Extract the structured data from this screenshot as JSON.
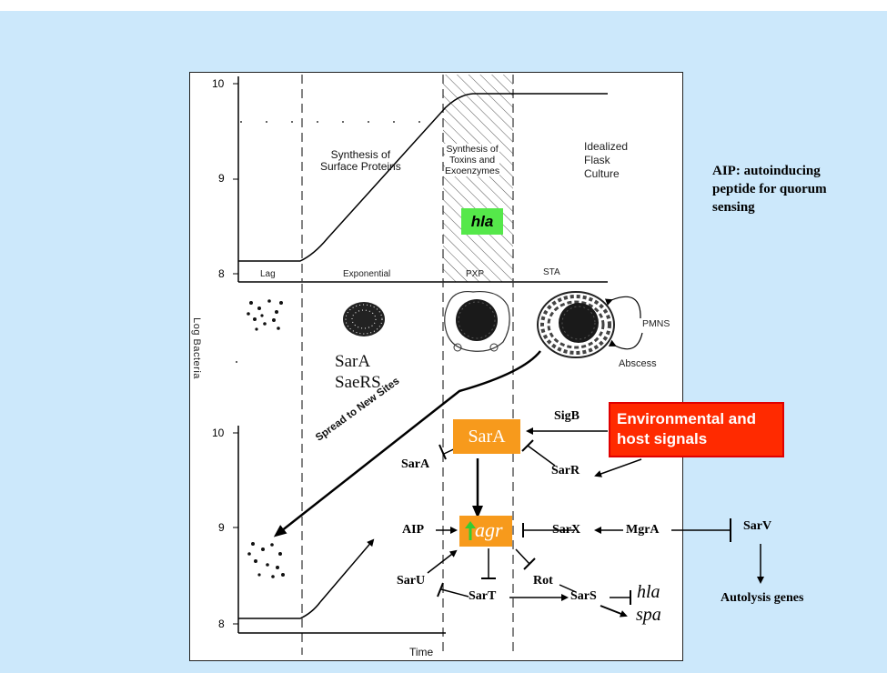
{
  "top_panel": {
    "y_ticks": [
      "10",
      "9",
      "8"
    ],
    "phases": [
      "Lag",
      "Exponential",
      "PXP",
      "STA"
    ],
    "annotation_surface": "Synthesis of\nSurface Proteins",
    "annotation_toxins": "Synthesis of\nToxins and\nExoenzymes",
    "annotation_flask": "Idealized\nFlask\nCulture",
    "hla_badge": "hla"
  },
  "middle": {
    "y_axis_label": "Log Bacteria",
    "regulators_text": [
      "SarA",
      "SaeRS"
    ],
    "pmns_label": "PMNS",
    "abscess_label": "Abscess",
    "spread_label": "Spread to New Sites"
  },
  "bottom_panel": {
    "y_ticks": [
      "10",
      "9",
      "8"
    ],
    "x_axis_label": "Time"
  },
  "note": {
    "aip_lines": [
      "AIP: autoinducing",
      "peptide for quorum",
      "sensing"
    ]
  },
  "network": {
    "env_signals": "Environmental and\nhost signals",
    "sarA_box": "SarA",
    "agr_box": "agr",
    "sigB": "SigB",
    "sarA_small": "SarA",
    "sarR": "SarR",
    "aip": "AIP",
    "sarX": "SarX",
    "mgrA": "MgrA",
    "sarV": "SarV",
    "sarU": "SarU",
    "sarT": "SarT",
    "rot": "Rot",
    "sarS": "SarS",
    "hla": "hla",
    "spa": "spa",
    "autolysis": "Autolysis genes"
  },
  "colors": {
    "background": "#cce8fb",
    "env_box": "#ff2a00",
    "reg_box": "#f79a1c",
    "hla_badge": "#55e84a",
    "agr_arrow": "#33cc33"
  }
}
